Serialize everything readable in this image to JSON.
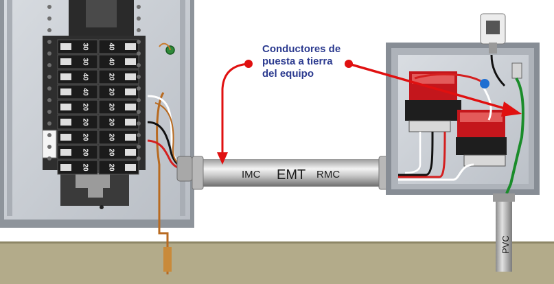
{
  "annotation": {
    "lines": [
      "Conductores de",
      "puesta a tierra",
      "del equipo"
    ]
  },
  "conduit": {
    "labels": [
      "IMC",
      "EMT",
      "RMC"
    ]
  },
  "pvc_label": "PVC",
  "breakers": {
    "left": [
      "30",
      "30",
      "40",
      "40",
      "20",
      "20",
      "20",
      "20",
      "20"
    ],
    "right": [
      "40",
      "40",
      "20",
      "20",
      "20",
      "20",
      "20",
      "20",
      "20"
    ]
  },
  "colors": {
    "arrow": "#e01010",
    "annotation_text": "#2b3a8f",
    "ground_wire": "#1a8c2a",
    "floor": "#b3ab8a"
  }
}
